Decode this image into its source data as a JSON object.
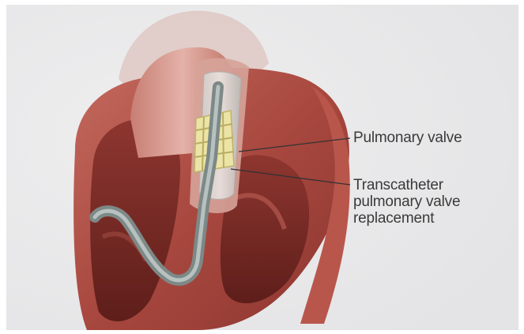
{
  "labels": {
    "pulmonary_valve": "Pulmonary valve",
    "tpvr_line1": "Transcatheter",
    "tpvr_line2": "pulmonary valve",
    "tpvr_line3": "replacement"
  },
  "colors": {
    "background": "#e7e7e9",
    "myocardium": "#a8483f",
    "chamber_dark": "#7a2a25",
    "tissue_light": "#e8b9b0",
    "artery_pink": "#d99a8f",
    "catheter_gray": "#8e9a98",
    "stent_yellow": "#e8dfa0",
    "leader_line": "#333333",
    "label_text": "#3a3a3a"
  }
}
